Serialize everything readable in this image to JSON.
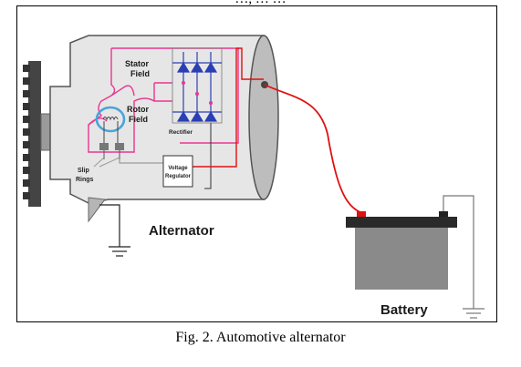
{
  "figure": {
    "labels": {
      "stator": "Stator",
      "stator_field": "Field",
      "rotor": "Rotor",
      "rotor_field": "Field",
      "slip": "Slip",
      "rings": "Rings",
      "rectifier": "Rectifier",
      "voltage": "Voltage",
      "regulator": "Regulator",
      "alternator": "Alternator",
      "battery": "Battery"
    },
    "colors": {
      "stator_wire": "#e8368f",
      "rotor_coil": "#4aa3d8",
      "diode": "#2b3fb5",
      "charge_wire": "#e01010",
      "body_fill": "#e6e6e6",
      "battery_fill": "#8a8a8a"
    }
  },
  "caption": "Fig. 2. Automotive alternator",
  "top_text": "…, … …"
}
